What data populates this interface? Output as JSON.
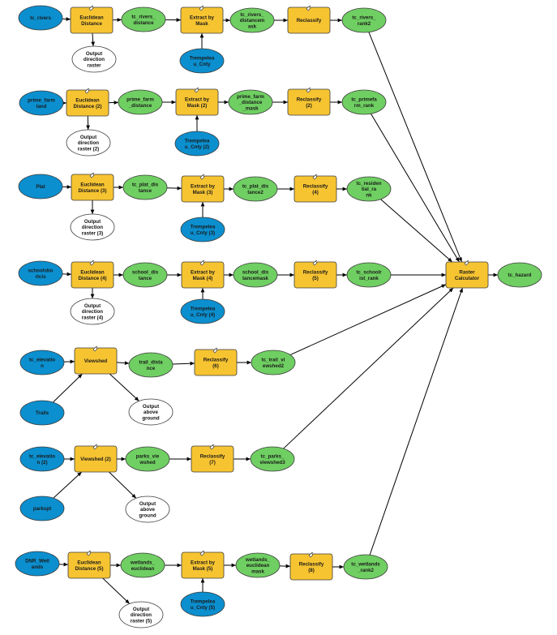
{
  "colors": {
    "input": "#0b8fcf",
    "tool": "#f7c431",
    "output": "#6fcf62",
    "derived": "#ffffff",
    "edge": "#000000"
  },
  "nodes": [
    {
      "id": "n_tc_rivers",
      "kind": "input",
      "lines": [
        "tc_rivers"
      ]
    },
    {
      "id": "n_ed1",
      "kind": "tool",
      "lines": [
        "Euclidean",
        "Distance"
      ]
    },
    {
      "id": "n_tc_rivers_dist",
      "kind": "output",
      "lines": [
        "tc_rivers_",
        "distance"
      ]
    },
    {
      "id": "n_ebm1",
      "kind": "tool",
      "lines": [
        "Extract by",
        "Mask"
      ]
    },
    {
      "id": "n_tc_rivers_dist_ask",
      "kind": "output",
      "lines": [
        "tc_rivers_",
        "distancem",
        "ask"
      ]
    },
    {
      "id": "n_rc1",
      "kind": "tool",
      "lines": [
        "Reclassify"
      ]
    },
    {
      "id": "n_tc_rivers_rank2",
      "kind": "output",
      "lines": [
        "tc_rivers_",
        "rank2"
      ]
    },
    {
      "id": "n_odr1",
      "kind": "derived",
      "lines": [
        "Output",
        "direction",
        "raster"
      ]
    },
    {
      "id": "n_tc1",
      "kind": "input",
      "lines": [
        "Trempeleа",
        "u_Cnty"
      ]
    },
    {
      "id": "n_prime",
      "kind": "input",
      "lines": [
        "prime_farm",
        "land"
      ]
    },
    {
      "id": "n_ed2",
      "kind": "tool",
      "lines": [
        "Euclidean",
        "Distance (2)"
      ]
    },
    {
      "id": "n_prime_dist",
      "kind": "output",
      "lines": [
        "prime_farm",
        "_distance"
      ]
    },
    {
      "id": "n_ebm2",
      "kind": "tool",
      "lines": [
        "Extract by",
        "Mask (2)"
      ]
    },
    {
      "id": "n_prime_dist_mask",
      "kind": "output",
      "lines": [
        "prime_farm",
        "_distance",
        "_mask"
      ]
    },
    {
      "id": "n_rc2",
      "kind": "tool",
      "lines": [
        "Reclassify",
        "(2)"
      ]
    },
    {
      "id": "n_tc_primefa",
      "kind": "output",
      "lines": [
        "tc_primefa",
        "rm_rank"
      ]
    },
    {
      "id": "n_odr2",
      "kind": "derived",
      "lines": [
        "Output",
        "direction",
        "raster (2)"
      ]
    },
    {
      "id": "n_tc2",
      "kind": "input",
      "lines": [
        "Trempeleа",
        "u_Cnty (2)"
      ]
    },
    {
      "id": "n_plat",
      "kind": "input",
      "lines": [
        "Plat"
      ]
    },
    {
      "id": "n_ed3",
      "kind": "tool",
      "lines": [
        "Euclidean",
        "Distance (3)"
      ]
    },
    {
      "id": "n_plat_dist",
      "kind": "output",
      "lines": [
        "tc_plat_dis",
        "tance"
      ]
    },
    {
      "id": "n_ebm3",
      "kind": "tool",
      "lines": [
        "Extract by",
        "Mask (3)"
      ]
    },
    {
      "id": "n_plat_dist2",
      "kind": "output",
      "lines": [
        "tc_plat_dis",
        "tance2"
      ]
    },
    {
      "id": "n_rc4",
      "kind": "tool",
      "lines": [
        "Reclassify",
        "(4)"
      ]
    },
    {
      "id": "n_resid",
      "kind": "output",
      "lines": [
        "tc_residen",
        "tial_ra",
        "nk"
      ]
    },
    {
      "id": "n_odr3",
      "kind": "derived",
      "lines": [
        "Output",
        "direction",
        "raster (3)"
      ]
    },
    {
      "id": "n_tc3",
      "kind": "input",
      "lines": [
        "Trempeleа",
        "u_Cnty (3)"
      ]
    },
    {
      "id": "n_schools",
      "kind": "input",
      "lines": [
        "schoolsbo",
        "rtcis"
      ]
    },
    {
      "id": "n_ed4",
      "kind": "tool",
      "lines": [
        "Euclidean",
        "Distance (4)"
      ]
    },
    {
      "id": "n_school_dist",
      "kind": "output",
      "lines": [
        "school_dis",
        "tance"
      ]
    },
    {
      "id": "n_ebm4",
      "kind": "tool",
      "lines": [
        "Extract by",
        "Mask (4)"
      ]
    },
    {
      "id": "n_school_dist_mask",
      "kind": "output",
      "lines": [
        "school_dis",
        "tancemask"
      ]
    },
    {
      "id": "n_rc5",
      "kind": "tool",
      "lines": [
        "Reclassify",
        "(5)"
      ]
    },
    {
      "id": "n_tc_schools",
      "kind": "output",
      "lines": [
        "tc_schoolr",
        "ist_rank"
      ]
    },
    {
      "id": "n_odr4",
      "kind": "derived",
      "lines": [
        "Output",
        "direction",
        "raster (4)"
      ]
    },
    {
      "id": "n_tc4",
      "kind": "input",
      "lines": [
        "Trempeleа",
        "u_Cnty (4)"
      ]
    },
    {
      "id": "n_raster_calc",
      "kind": "tool",
      "lines": [
        "Raster",
        "Calculator"
      ]
    },
    {
      "id": "n_hazard",
      "kind": "output",
      "lines": [
        "tc_hazard"
      ]
    },
    {
      "id": "n_elev1",
      "kind": "input",
      "lines": [
        "tc_elevatio",
        "n"
      ]
    },
    {
      "id": "n_vs1",
      "kind": "tool",
      "lines": [
        "Viewshed"
      ]
    },
    {
      "id": "n_trail_dist",
      "kind": "output",
      "lines": [
        "trail_dista",
        "nce"
      ]
    },
    {
      "id": "n_rc6",
      "kind": "tool",
      "lines": [
        "Reclassify",
        "(6)"
      ]
    },
    {
      "id": "n_trail_vis",
      "kind": "output",
      "lines": [
        "tc_trail_vi",
        "ewshed2"
      ]
    },
    {
      "id": "n_trails",
      "kind": "input",
      "lines": [
        "Trails"
      ]
    },
    {
      "id": "n_oag1",
      "kind": "derived",
      "lines": [
        "Output",
        "above",
        "ground"
      ]
    },
    {
      "id": "n_elev2",
      "kind": "input",
      "lines": [
        "tc_elevatio",
        "n (2)"
      ]
    },
    {
      "id": "n_vs2",
      "kind": "tool",
      "lines": [
        "Viewshed (2)"
      ]
    },
    {
      "id": "n_parks_vis",
      "kind": "output",
      "lines": [
        "parks_vie",
        "wshed"
      ]
    },
    {
      "id": "n_rc7",
      "kind": "tool",
      "lines": [
        "Reclassify",
        "(7)"
      ]
    },
    {
      "id": "n_tc_parks_vis",
      "kind": "output",
      "lines": [
        "tc_parks_",
        "viewshed3"
      ]
    },
    {
      "id": "n_parkspt",
      "kind": "input",
      "lines": [
        "parkspt"
      ]
    },
    {
      "id": "n_oag2",
      "kind": "derived",
      "lines": [
        "Output",
        "above",
        "ground"
      ]
    },
    {
      "id": "n_dnr",
      "kind": "input",
      "lines": [
        "DNR_Wetl",
        "ands"
      ]
    },
    {
      "id": "n_ed5",
      "kind": "tool",
      "lines": [
        "Euclidean",
        "Distance (5)"
      ]
    },
    {
      "id": "n_wet_dist",
      "kind": "output",
      "lines": [
        "wetlands_",
        "euclidean"
      ]
    },
    {
      "id": "n_ebm5",
      "kind": "tool",
      "lines": [
        "Extract by",
        "Mask (5)"
      ]
    },
    {
      "id": "n_wet_mask",
      "kind": "output",
      "lines": [
        "wetlands_",
        "euclidean",
        "mask"
      ]
    },
    {
      "id": "n_rc8",
      "kind": "tool",
      "lines": [
        "Reclassify",
        "(8)"
      ]
    },
    {
      "id": "n_tc_wet",
      "kind": "output",
      "lines": [
        "tc_wetlands",
        "_rank2"
      ]
    },
    {
      "id": "n_odr5",
      "kind": "derived",
      "lines": [
        "Output",
        "direction",
        "raster (5)"
      ]
    },
    {
      "id": "n_tc5",
      "kind": "input",
      "lines": [
        "Trempeleа",
        "u_Cnty (5)"
      ]
    }
  ],
  "edges": [
    [
      "n_tc_rivers",
      "n_ed1"
    ],
    [
      "n_ed1",
      "n_tc_rivers_dist"
    ],
    [
      "n_ed1",
      "n_odr1"
    ],
    [
      "n_tc_rivers_dist",
      "n_ebm1"
    ],
    [
      "n_tc1",
      "n_ebm1"
    ],
    [
      "n_ebm1",
      "n_tc_rivers_dist_ask"
    ],
    [
      "n_tc_rivers_dist_ask",
      "n_rc1"
    ],
    [
      "n_rc1",
      "n_tc_rivers_rank2"
    ],
    [
      "n_tc_rivers_rank2",
      "n_raster_calc"
    ],
    [
      "n_prime",
      "n_ed2"
    ],
    [
      "n_ed2",
      "n_prime_dist"
    ],
    [
      "n_ed2",
      "n_odr2"
    ],
    [
      "n_prime_dist",
      "n_ebm2"
    ],
    [
      "n_tc2",
      "n_ebm2"
    ],
    [
      "n_ebm2",
      "n_prime_dist_mask"
    ],
    [
      "n_prime_dist_mask",
      "n_rc2"
    ],
    [
      "n_rc2",
      "n_tc_primefa"
    ],
    [
      "n_tc_primefa",
      "n_raster_calc"
    ],
    [
      "n_plat",
      "n_ed3"
    ],
    [
      "n_ed3",
      "n_plat_dist"
    ],
    [
      "n_ed3",
      "n_odr3"
    ],
    [
      "n_plat_dist",
      "n_ebm3"
    ],
    [
      "n_tc3",
      "n_ebm3"
    ],
    [
      "n_ebm3",
      "n_plat_dist2"
    ],
    [
      "n_plat_dist2",
      "n_rc4"
    ],
    [
      "n_rc4",
      "n_resid"
    ],
    [
      "n_resid",
      "n_raster_calc"
    ],
    [
      "n_schools",
      "n_ed4"
    ],
    [
      "n_ed4",
      "n_school_dist"
    ],
    [
      "n_ed4",
      "n_odr4"
    ],
    [
      "n_school_dist",
      "n_ebm4"
    ],
    [
      "n_tc4",
      "n_ebm4"
    ],
    [
      "n_ebm4",
      "n_school_dist_mask"
    ],
    [
      "n_school_dist_mask",
      "n_rc5"
    ],
    [
      "n_rc5",
      "n_tc_schools"
    ],
    [
      "n_tc_schools",
      "n_raster_calc"
    ],
    [
      "n_raster_calc",
      "n_hazard"
    ],
    [
      "n_elev1",
      "n_vs1"
    ],
    [
      "n_trails",
      "n_vs1"
    ],
    [
      "n_vs1",
      "n_trail_dist"
    ],
    [
      "n_vs1",
      "n_oag1"
    ],
    [
      "n_trail_dist",
      "n_rc6"
    ],
    [
      "n_rc6",
      "n_trail_vis"
    ],
    [
      "n_trail_vis",
      "n_raster_calc"
    ],
    [
      "n_elev2",
      "n_vs2"
    ],
    [
      "n_parkspt",
      "n_vs2"
    ],
    [
      "n_vs2",
      "n_parks_vis"
    ],
    [
      "n_vs2",
      "n_oag2"
    ],
    [
      "n_parks_vis",
      "n_rc7"
    ],
    [
      "n_rc7",
      "n_tc_parks_vis"
    ],
    [
      "n_tc_parks_vis",
      "n_raster_calc"
    ],
    [
      "n_dnr",
      "n_ed5"
    ],
    [
      "n_ed5",
      "n_wet_dist"
    ],
    [
      "n_ed5",
      "n_odr5"
    ],
    [
      "n_wet_dist",
      "n_ebm5"
    ],
    [
      "n_tc5",
      "n_ebm5"
    ],
    [
      "n_ebm5",
      "n_wet_mask"
    ],
    [
      "n_wet_mask",
      "n_rc8"
    ],
    [
      "n_rc8",
      "n_tc_wet"
    ],
    [
      "n_tc_wet",
      "n_raster_calc"
    ]
  ]
}
